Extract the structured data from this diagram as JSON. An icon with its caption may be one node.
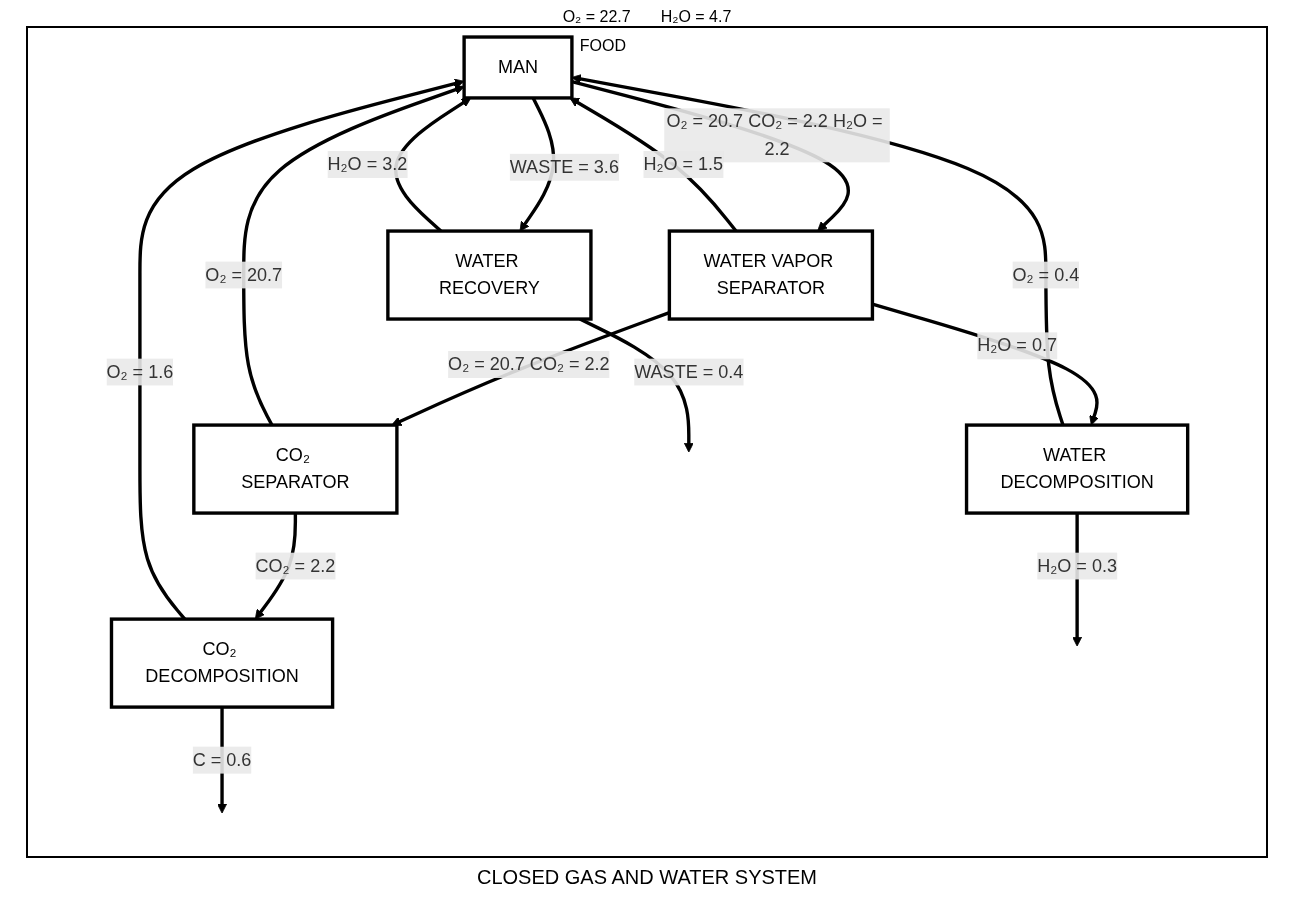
{
  "diagram": {
    "caption": "CLOSED GAS AND WATER SYSTEM",
    "nodes": [
      {
        "text": [
          "MAN"
        ],
        "beside": [
          "FOOD"
        ]
      },
      {
        "text": [
          "WATER RECOVERY"
        ]
      },
      {
        "text": [
          "WATER VAPOR SEPARATOR"
        ]
      },
      {
        "text": [
          "CO₂ SEPARATOR"
        ]
      },
      {
        "text": [
          "CO₂ DECOMPOSITION"
        ]
      },
      {
        "text": [
          "WATER DECOMPOSITION"
        ]
      }
    ],
    "edges": [
      {
        "from": 0,
        "to": 2,
        "arrow": "to",
        "label": "O₂ = 20.7 CO₂ = 2.2 H₂O = 2.2"
      },
      {
        "from": 0,
        "to": 1,
        "arrow": "to",
        "label": "WASTE = 3.6"
      },
      {
        "from": 1,
        "to": 0,
        "arrow": "to",
        "label": "H₂O = 3.2"
      },
      {
        "from": 1,
        "to": null,
        "arrow": "to",
        "label": "WASTE = 0.4"
      },
      {
        "from": 2,
        "to": 0,
        "arrow": "to",
        "label": "H₂O = 1.5"
      },
      {
        "from": 2,
        "to": 3,
        "arrow": "to",
        "label": "O₂ = 20.7 CO₂ = 2.2"
      },
      {
        "from": 2,
        "to": 5,
        "arrow": "to",
        "label": "H₂O = 0.7"
      },
      {
        "from": 3,
        "to": 0,
        "arrow": "to",
        "label": "O₂ = 20.7"
      },
      {
        "from": 3,
        "to": 4,
        "arrow": "to",
        "label": "CO₂ = 2.2"
      },
      {
        "from": 4,
        "to": 0,
        "arrow": "to",
        "label": "O₂ = 1.6"
      },
      {
        "from": 4,
        "to": null,
        "arrow": "to",
        "label": "C = 0.6"
      },
      {
        "from": 5,
        "to": 0,
        "arrow": "to",
        "label": "O₂ = 0.4"
      },
      {
        "from": 5,
        "to": null,
        "arrow": "to",
        "label": "H₂O = 0.3"
      }
    ],
    "labels": [
      "O₂ = 22.7",
      "H₂O = 4.7"
    ]
  }
}
